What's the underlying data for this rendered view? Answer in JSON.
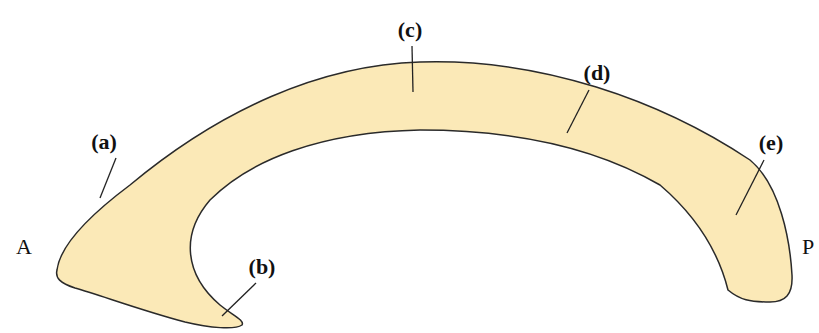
{
  "diagram": {
    "labels": [
      "(a)",
      "(b)",
      "(c)",
      "(d)",
      "(e)",
      "A",
      "P"
    ]
  }
}
